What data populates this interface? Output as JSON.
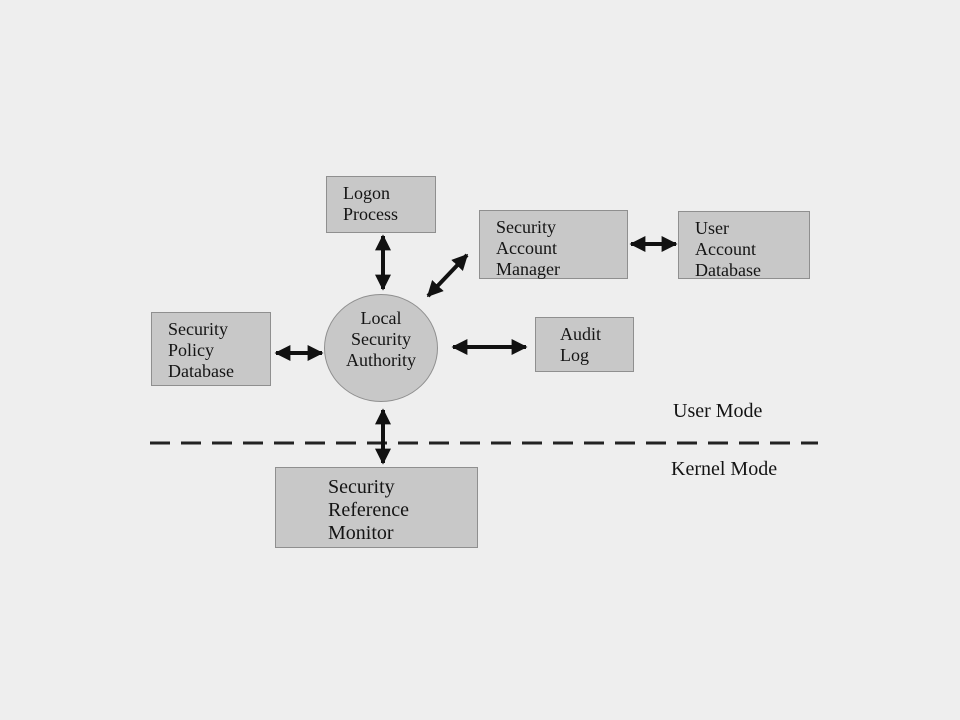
{
  "diagram": {
    "nodes": {
      "logon_process": [
        "Logon",
        "Process"
      ],
      "security_account_manager": [
        "Security",
        "Account",
        "Manager"
      ],
      "user_account_database": [
        "User",
        "Account",
        "Database"
      ],
      "security_policy_database": [
        "Security",
        "Policy",
        "Database"
      ],
      "local_security_authority": [
        "Local",
        "Security",
        "Authority"
      ],
      "audit_log": [
        "Audit",
        "Log"
      ],
      "security_reference_monitor": [
        "Security",
        "Reference",
        "Monitor"
      ]
    },
    "mode_labels": {
      "user_mode": "User Mode",
      "kernel_mode": "Kernel Mode"
    },
    "colors": {
      "background": "#eeeeee",
      "box_fill": "#c8c8c8",
      "box_border": "#8f8f8f",
      "ink": "#141414"
    }
  }
}
